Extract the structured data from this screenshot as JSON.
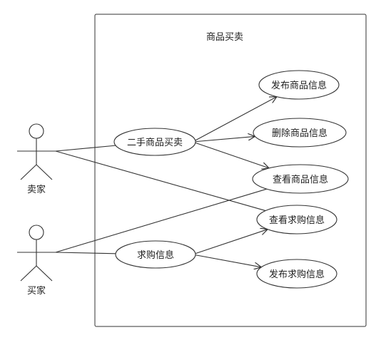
{
  "system": {
    "title": "商品买卖"
  },
  "actors": [
    {
      "id": "seller",
      "label": "卖家"
    },
    {
      "id": "buyer",
      "label": "买家"
    }
  ],
  "usecases": [
    {
      "id": "publish_goods",
      "label": "发布商品信息"
    },
    {
      "id": "trade",
      "label": "二手商品买卖"
    },
    {
      "id": "delete_goods",
      "label": "删除商品信息"
    },
    {
      "id": "view_goods",
      "label": "查看商品信息"
    },
    {
      "id": "view_request",
      "label": "查看求购信息"
    },
    {
      "id": "request",
      "label": "求购信息"
    },
    {
      "id": "publish_request",
      "label": "发布求购信息"
    }
  ],
  "associations": [
    {
      "from": "seller",
      "to": "trade"
    },
    {
      "from": "seller",
      "to": "view_request"
    },
    {
      "from": "buyer",
      "to": "view_goods"
    },
    {
      "from": "buyer",
      "to": "request"
    }
  ],
  "includes": [
    {
      "from": "trade",
      "to": "publish_goods"
    },
    {
      "from": "trade",
      "to": "delete_goods"
    },
    {
      "from": "trade",
      "to": "view_goods"
    },
    {
      "from": "request",
      "to": "view_request"
    },
    {
      "from": "request",
      "to": "publish_request"
    }
  ]
}
